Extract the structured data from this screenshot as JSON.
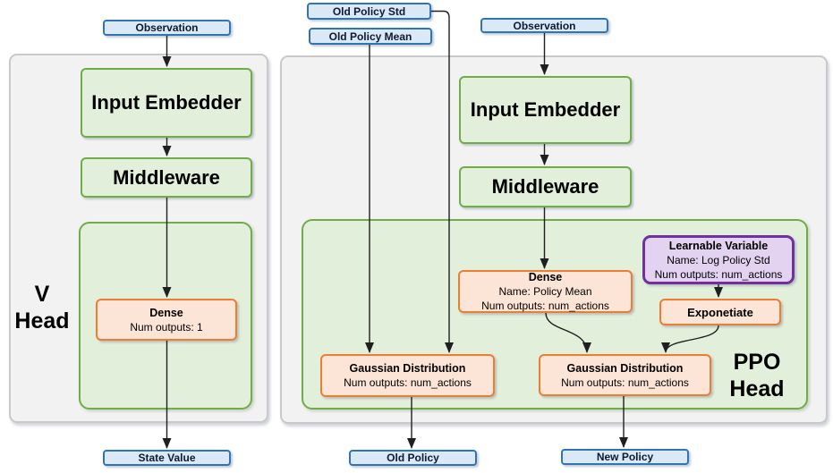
{
  "colors": {
    "blue_border": "#2E75B6",
    "blue_fill": "#DBE9F7",
    "green_border": "#70AD47",
    "green_fill": "#E2EFDA",
    "orange_border": "#ED7D31",
    "orange_fill": "#FCE4D6",
    "purple_border": "#7030A0",
    "purple_fill": "#E3D3F1",
    "panel_fill": "#F2F2F2",
    "panel_border": "#C9C9C9",
    "arrow": "#1F1F1F"
  },
  "v_head": {
    "observation": "Observation",
    "input_embedder": "Input Embedder",
    "middleware": "Middleware",
    "dense_title": "Dense",
    "dense_outputs": "Num outputs: 1",
    "label_top": "V",
    "label_bottom": "Head",
    "state_value": "State Value"
  },
  "ppo_head": {
    "old_policy_std": "Old Policy Std",
    "old_policy_mean": "Old Policy Mean",
    "observation": "Observation",
    "input_embedder": "Input Embedder",
    "middleware": "Middleware",
    "dense_title": "Dense",
    "dense_name": "Name: Policy Mean",
    "dense_outputs": "Num outputs: num_actions",
    "learnable_title": "Learnable Variable",
    "learnable_name": "Name: Log Policy Std",
    "learnable_outputs": "Num outputs: num_actions",
    "exponetiate": "Exponetiate",
    "gaussian_old_title": "Gaussian Distribution",
    "gaussian_old_outputs": "Num outputs: num_actions",
    "gaussian_new_title": "Gaussian Distribution",
    "gaussian_new_outputs": "Num outputs: num_actions",
    "label_top": "PPO",
    "label_bottom": "Head",
    "old_policy": "Old Policy",
    "new_policy": "New Policy"
  }
}
